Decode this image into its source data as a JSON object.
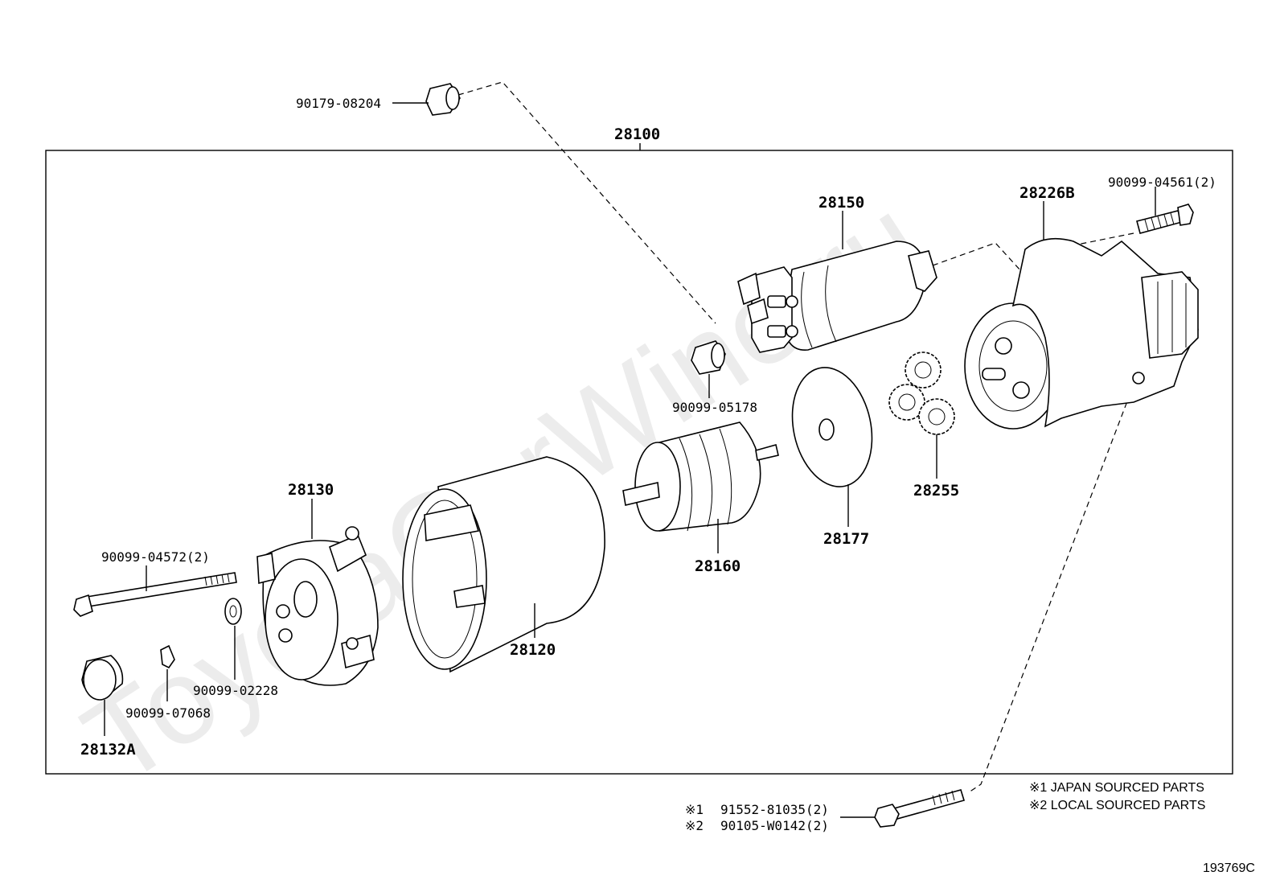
{
  "assembly_label": "28100",
  "diagram_code": "193769C",
  "watermark": "ToyotaCarWine.ru",
  "parts": {
    "p90179_08204": "90179-08204",
    "p28150": "28150",
    "p28226B": "28226B",
    "p90099_04561": "90099-04561(2)",
    "p90099_05178": "90099-05178",
    "p28255": "28255",
    "p28177": "28177",
    "p28160": "28160",
    "p28130": "28130",
    "p28120": "28120",
    "p90099_04572": "90099-04572(2)",
    "p90099_02228": "90099-02228",
    "p90099_07068": "90099-07068",
    "p28132A": "28132A",
    "p91552_81035": "91552-81035(2)",
    "p90105_W0142": "90105-W0142(2)"
  },
  "markers": {
    "m1": "※1",
    "m2": "※2"
  },
  "notes": {
    "japan": "※1 JAPAN SOURCED PARTS",
    "local": "※2 LOCAL SOURCED PARTS"
  }
}
